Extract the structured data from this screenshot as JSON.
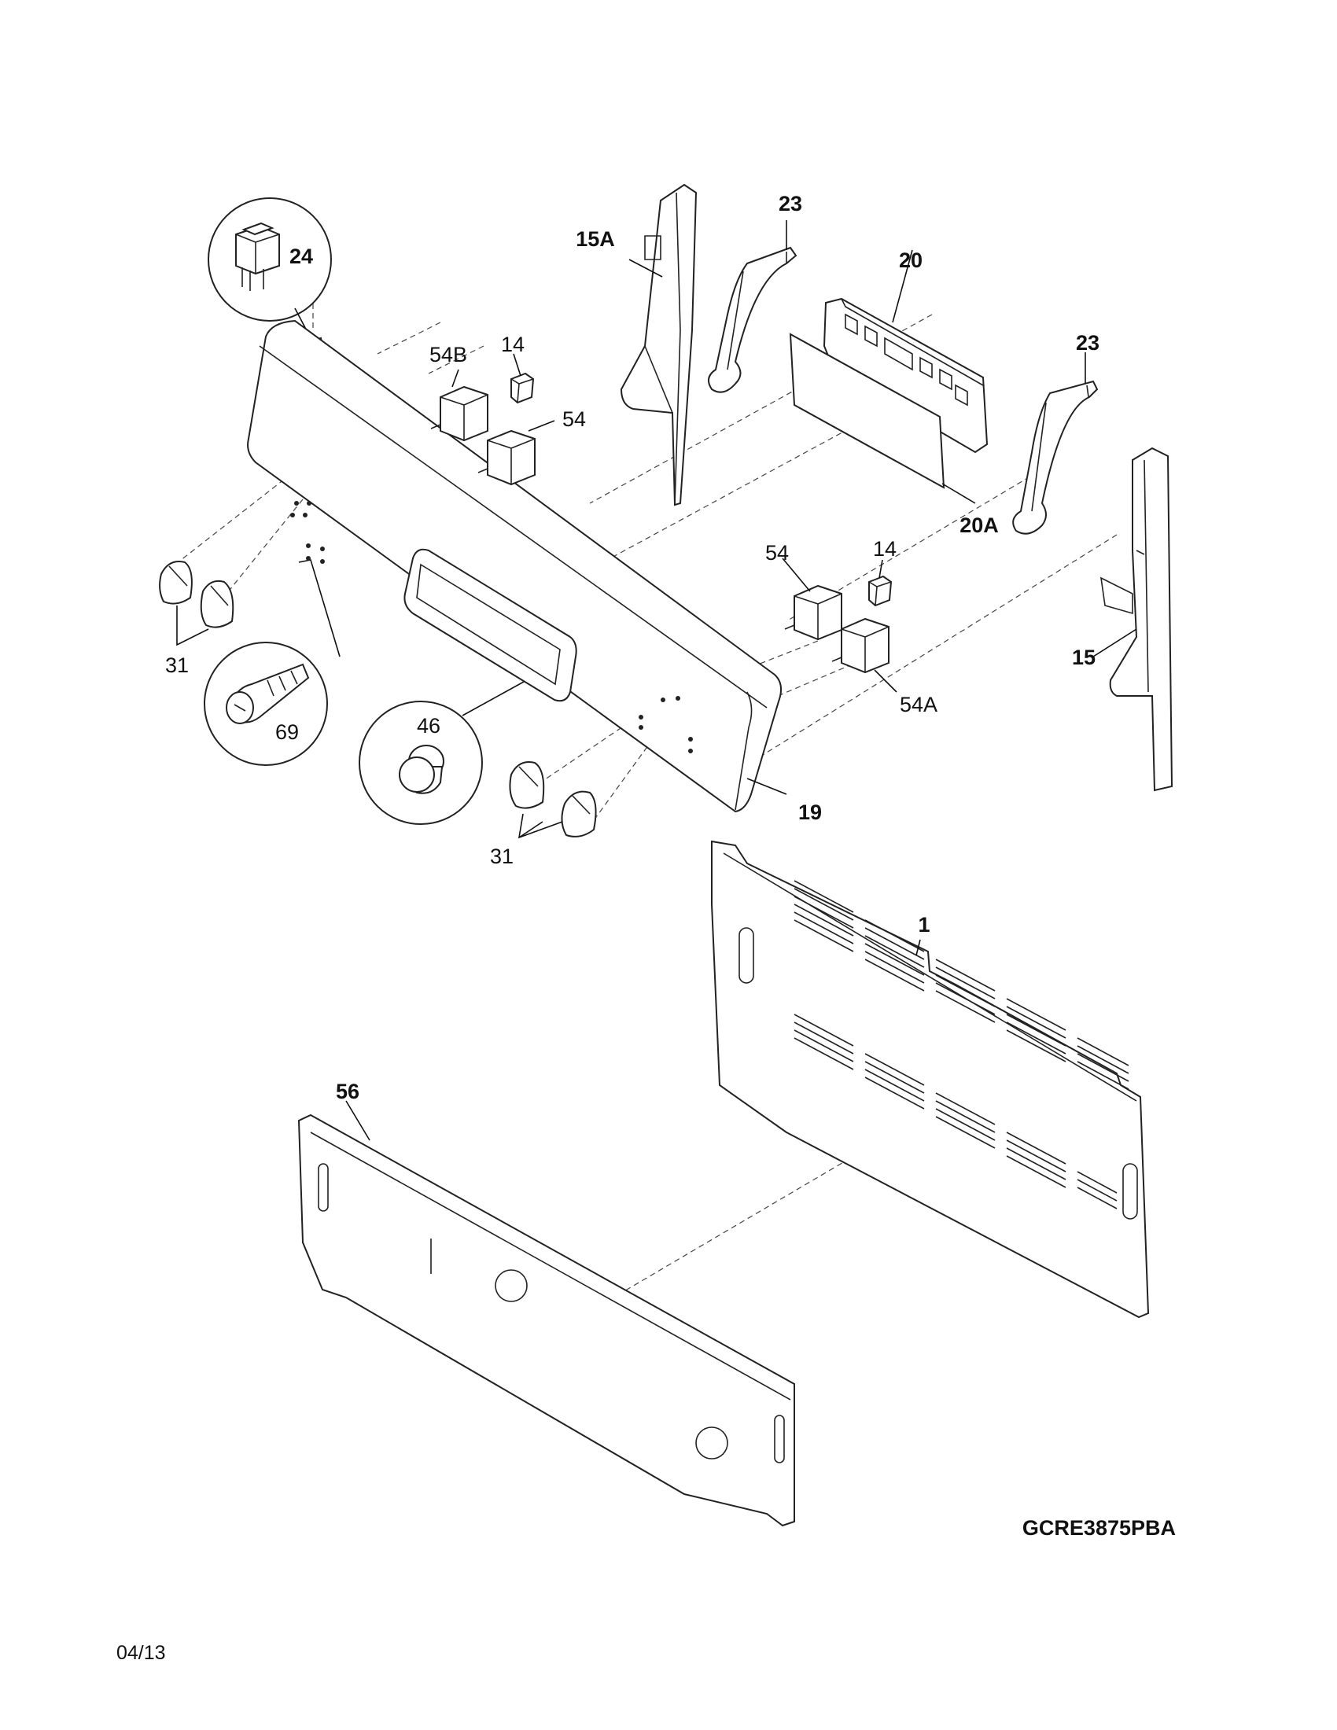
{
  "diagram": {
    "model_number": "GCRE3875PBA",
    "date_code": "04/13",
    "callouts": [
      {
        "id": "c-24",
        "text": "24",
        "bold": true
      },
      {
        "id": "c-54B",
        "text": "54B",
        "bold": false
      },
      {
        "id": "c-14a",
        "text": "14",
        "bold": false
      },
      {
        "id": "c-54a",
        "text": "54",
        "bold": false
      },
      {
        "id": "c-15A",
        "text": "15A",
        "bold": true
      },
      {
        "id": "c-23a",
        "text": "23",
        "bold": true
      },
      {
        "id": "c-20",
        "text": "20",
        "bold": true
      },
      {
        "id": "c-23b",
        "text": "23",
        "bold": true
      },
      {
        "id": "c-20A",
        "text": "20A",
        "bold": true
      },
      {
        "id": "c-54b",
        "text": "54",
        "bold": false
      },
      {
        "id": "c-14b",
        "text": "14",
        "bold": false
      },
      {
        "id": "c-54A",
        "text": "54A",
        "bold": false
      },
      {
        "id": "c-15",
        "text": "15",
        "bold": true
      },
      {
        "id": "c-31a",
        "text": "31",
        "bold": false
      },
      {
        "id": "c-69",
        "text": "69",
        "bold": false
      },
      {
        "id": "c-46",
        "text": "46",
        "bold": false
      },
      {
        "id": "c-19",
        "text": "19",
        "bold": true
      },
      {
        "id": "c-31b",
        "text": "31",
        "bold": false
      },
      {
        "id": "c-1",
        "text": "1",
        "bold": true
      },
      {
        "id": "c-56",
        "text": "56",
        "bold": true
      }
    ]
  }
}
